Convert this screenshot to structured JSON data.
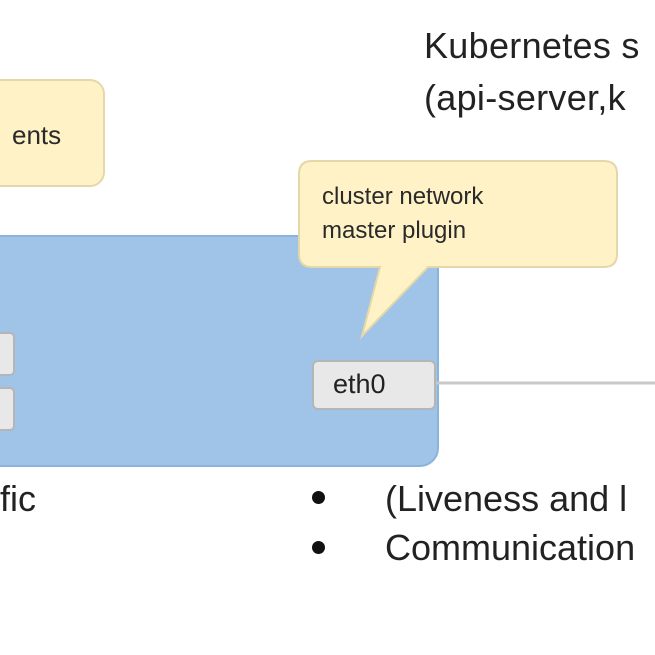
{
  "header": {
    "line1": "Kubernetes s",
    "line2": "(api-server,k"
  },
  "callouts": {
    "left_fragment": "ents",
    "network_plugin": {
      "line1": "cluster network",
      "line2": "master plugin"
    }
  },
  "node_box": {
    "interface_label": "eth0"
  },
  "footer": {
    "left_fragment": "fic",
    "bullets": [
      "(Liveness and l",
      "Communication"
    ]
  },
  "colors": {
    "node_fill": "#9fc4e7",
    "node_stroke": "#8ab4dc",
    "callout_fill": "#fff2c6",
    "callout_stroke": "#e4d8a8",
    "iface_fill": "#e8e8e8",
    "iface_stroke": "#b5b5b5",
    "link_line": "#c9c9c9"
  }
}
